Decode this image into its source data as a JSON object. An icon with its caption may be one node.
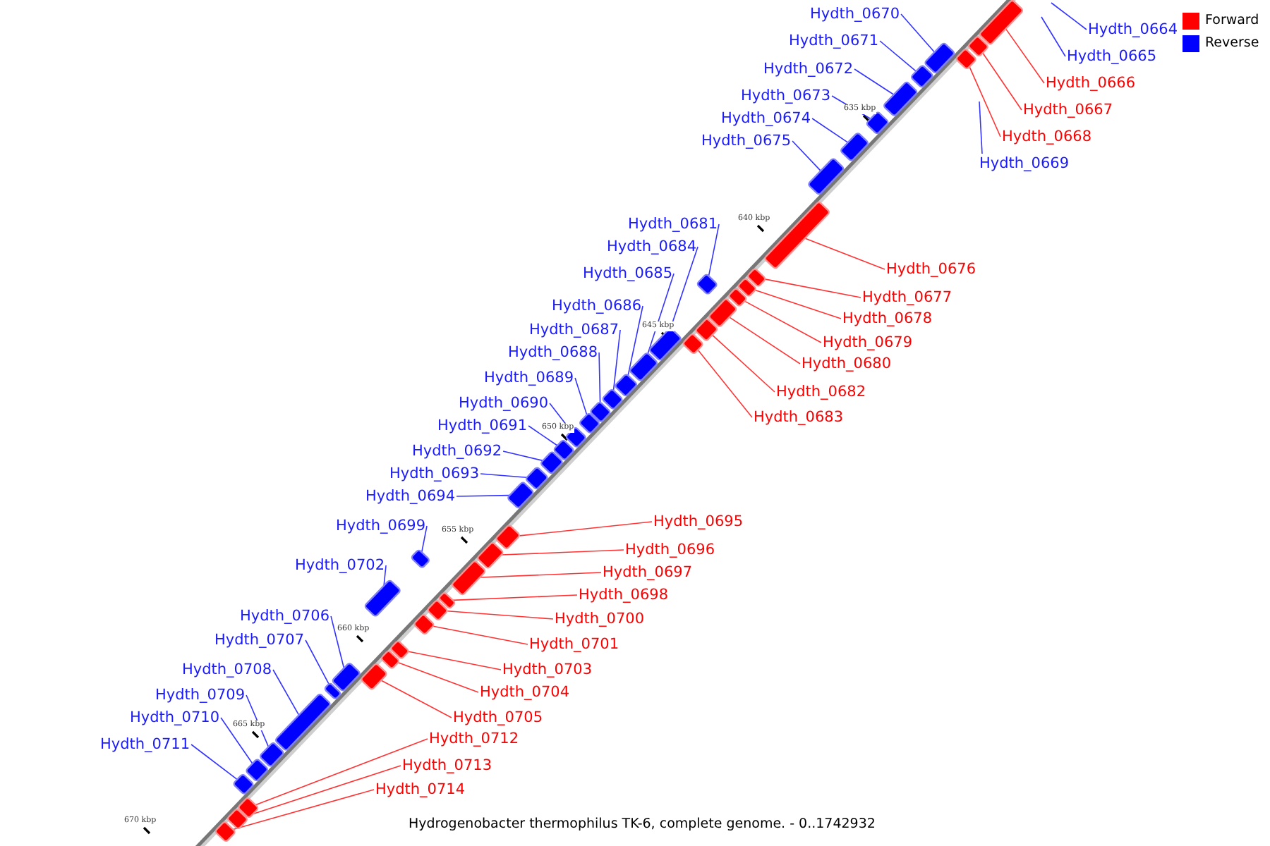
{
  "diagram": {
    "caption": "Hydrogenobacter thermophilus TK-6, complete genome. - 0..1742932",
    "nodes": [
      {
        "text": [
          "Hydth_0664"
        ]
      },
      {
        "text": [
          "Hydth_0665"
        ]
      },
      {
        "text": [
          "Hydth_0666"
        ]
      },
      {
        "text": [],
        "shape": "box"
      },
      {
        "text": [
          "Hydth_0667"
        ]
      },
      {
        "text": [],
        "shape": "box"
      },
      {
        "text": [
          "Hydth_0668"
        ]
      },
      {
        "text": [],
        "shape": "box"
      },
      {
        "text": [
          "Hydth_0669"
        ]
      },
      {
        "text": [
          "Hydth_0670"
        ]
      },
      {
        "text": [],
        "shape": "box"
      },
      {
        "text": [
          "Hydth_0671"
        ]
      },
      {
        "text": [],
        "shape": "box"
      },
      {
        "text": [
          "Hydth_0672"
        ]
      },
      {
        "text": [],
        "shape": "box"
      },
      {
        "text": [
          "Hydth_0673"
        ]
      },
      {
        "text": [],
        "shape": "box"
      },
      {
        "text": [
          "Hydth_0674"
        ]
      },
      {
        "text": [],
        "shape": "box"
      },
      {
        "text": [
          "Hydth_0675"
        ]
      },
      {
        "text": [],
        "shape": "box"
      },
      {
        "text": [
          "Hydth_0676"
        ]
      },
      {
        "text": [],
        "shape": "box"
      },
      {
        "text": [
          "Hydth_0677"
        ]
      },
      {
        "text": [],
        "shape": "box"
      },
      {
        "text": [
          "Hydth_0678"
        ]
      },
      {
        "text": [],
        "shape": "box"
      },
      {
        "text": [
          "Hydth_0679"
        ]
      },
      {
        "text": [],
        "shape": "box"
      },
      {
        "text": [
          "Hydth_0680"
        ]
      },
      {
        "text": [],
        "shape": "box"
      },
      {
        "text": [
          "Hydth_0681"
        ]
      },
      {
        "text": [],
        "shape": "box"
      },
      {
        "text": [
          "Hydth_0682"
        ]
      },
      {
        "text": [],
        "shape": "box"
      },
      {
        "text": [
          "Hydth_0683"
        ]
      },
      {
        "text": [],
        "shape": "box"
      },
      {
        "text": [
          "Hydth_0684"
        ]
      },
      {
        "text": [],
        "shape": "box"
      },
      {
        "text": [
          "Hydth_0685"
        ]
      },
      {
        "text": [],
        "shape": "box"
      },
      {
        "text": [
          "Hydth_0686"
        ]
      },
      {
        "text": [],
        "shape": "box"
      },
      {
        "text": [
          "Hydth_0687"
        ]
      },
      {
        "text": [],
        "shape": "box"
      },
      {
        "text": [
          "Hydth_0688"
        ]
      },
      {
        "text": [],
        "shape": "box"
      },
      {
        "text": [
          "Hydth_0689"
        ]
      },
      {
        "text": [],
        "shape": "box"
      },
      {
        "text": [
          "Hydth_0690"
        ]
      },
      {
        "text": [],
        "shape": "box"
      },
      {
        "text": [
          "Hydth_0691"
        ]
      },
      {
        "text": [],
        "shape": "box"
      },
      {
        "text": [
          "Hydth_0692"
        ]
      },
      {
        "text": [],
        "shape": "box"
      },
      {
        "text": [
          "Hydth_0693"
        ]
      },
      {
        "text": [],
        "shape": "box"
      },
      {
        "text": [
          "Hydth_0694"
        ]
      },
      {
        "text": [],
        "shape": "box"
      },
      {
        "text": [
          "Hydth_0695"
        ]
      },
      {
        "text": [],
        "shape": "box"
      },
      {
        "text": [
          "Hydth_0696"
        ]
      },
      {
        "text": [],
        "shape": "box"
      },
      {
        "text": [
          "Hydth_0697"
        ]
      },
      {
        "text": [],
        "shape": "box"
      },
      {
        "text": [
          "Hydth_0698"
        ]
      },
      {
        "text": [],
        "shape": "box"
      },
      {
        "text": [
          "Hydth_0699"
        ]
      },
      {
        "text": [],
        "shape": "box"
      },
      {
        "text": [
          "Hydth_0700"
        ]
      },
      {
        "text": [],
        "shape": "box"
      },
      {
        "text": [
          "Hydth_0701"
        ]
      },
      {
        "text": [],
        "shape": "box"
      },
      {
        "text": [
          "Hydth_0702"
        ]
      },
      {
        "text": [],
        "shape": "box"
      },
      {
        "text": [
          "Hydth_0703"
        ]
      },
      {
        "text": [],
        "shape": "box"
      },
      {
        "text": [
          "Hydth_0704"
        ]
      },
      {
        "text": [],
        "shape": "box"
      },
      {
        "text": [
          "Hydth_0705"
        ]
      },
      {
        "text": [],
        "shape": "box"
      },
      {
        "text": [
          "Hydth_0706"
        ]
      },
      {
        "text": [],
        "shape": "box"
      },
      {
        "text": [
          "Hydth_0707"
        ]
      },
      {
        "text": [],
        "shape": "box"
      },
      {
        "text": [
          "Hydth_0708"
        ]
      },
      {
        "text": [],
        "shape": "box"
      },
      {
        "text": [
          "Hydth_0709"
        ]
      },
      {
        "text": [],
        "shape": "box"
      },
      {
        "text": [
          "Hydth_0710"
        ]
      },
      {
        "text": [],
        "shape": "box"
      },
      {
        "text": [
          "Hydth_0711"
        ]
      },
      {
        "text": [],
        "shape": "box"
      },
      {
        "text": [
          "Hydth_0712"
        ]
      },
      {
        "text": [],
        "shape": "box"
      },
      {
        "text": [
          "Hydth_0713"
        ]
      },
      {
        "text": [],
        "shape": "box"
      },
      {
        "text": [
          "Hydth_0714"
        ]
      },
      {
        "text": [],
        "shape": "box"
      }
    ],
    "edges": [
      {
        "from": 0,
        "to": null,
        "arrow": "none"
      },
      {
        "from": 1,
        "to": null,
        "arrow": "none"
      },
      {
        "from": 2,
        "to": 3,
        "arrow": "none",
        "color": "#ff0000"
      },
      {
        "from": 4,
        "to": 5,
        "arrow": "none",
        "color": "#ff0000"
      },
      {
        "from": 6,
        "to": 7,
        "arrow": "none",
        "color": "#ff0000"
      },
      {
        "from": 8,
        "to": null,
        "arrow": "none"
      },
      {
        "from": 9,
        "to": 10,
        "arrow": "none"
      },
      {
        "from": 11,
        "to": 12,
        "arrow": "none"
      },
      {
        "from": 13,
        "to": 14,
        "arrow": "none"
      },
      {
        "from": 15,
        "to": 16,
        "arrow": "none"
      },
      {
        "from": 17,
        "to": 18,
        "arrow": "none"
      },
      {
        "from": 19,
        "to": 20,
        "arrow": "none"
      },
      {
        "from": 21,
        "to": 22,
        "arrow": "none",
        "color": "#ff0000"
      },
      {
        "from": 23,
        "to": 24,
        "arrow": "none",
        "color": "#ff0000"
      },
      {
        "from": 25,
        "to": 26,
        "arrow": "none",
        "color": "#ff0000"
      },
      {
        "from": 27,
        "to": 28,
        "arrow": "none",
        "color": "#ff0000"
      },
      {
        "from": 29,
        "to": 30,
        "arrow": "none",
        "color": "#ff0000"
      },
      {
        "from": 31,
        "to": 32,
        "arrow": "none"
      },
      {
        "from": 33,
        "to": 34,
        "arrow": "none",
        "color": "#ff0000"
      },
      {
        "from": 35,
        "to": 36,
        "arrow": "none",
        "color": "#ff0000"
      },
      {
        "from": 37,
        "to": 38,
        "arrow": "none"
      },
      {
        "from": 39,
        "to": 40,
        "arrow": "none"
      },
      {
        "from": 41,
        "to": 42,
        "arrow": "none"
      },
      {
        "from": 43,
        "to": 44,
        "arrow": "none"
      },
      {
        "from": 45,
        "to": 46,
        "arrow": "none"
      },
      {
        "from": 47,
        "to": 48,
        "arrow": "none"
      },
      {
        "from": 49,
        "to": 50,
        "arrow": "none"
      },
      {
        "from": 51,
        "to": 52,
        "arrow": "none"
      },
      {
        "from": 53,
        "to": 54,
        "arrow": "none"
      },
      {
        "from": 55,
        "to": 56,
        "arrow": "none"
      },
      {
        "from": 57,
        "to": 58,
        "arrow": "none"
      },
      {
        "from": 59,
        "to": 60,
        "arrow": "none",
        "color": "#ff0000"
      },
      {
        "from": 61,
        "to": 62,
        "arrow": "none",
        "color": "#ff0000"
      },
      {
        "from": 63,
        "to": 64,
        "arrow": "none",
        "color": "#ff0000"
      },
      {
        "from": 65,
        "to": 66,
        "arrow": "none",
        "color": "#ff0000"
      },
      {
        "from": 67,
        "to": 68,
        "arrow": "none"
      },
      {
        "from": 69,
        "to": 70,
        "arrow": "none",
        "color": "#ff0000"
      },
      {
        "from": 71,
        "to": 72,
        "arrow": "none",
        "color": "#ff0000"
      },
      {
        "from": 73,
        "to": 74,
        "arrow": "none"
      },
      {
        "from": 75,
        "to": 76,
        "arrow": "none",
        "color": "#ff0000"
      },
      {
        "from": 77,
        "to": 78,
        "arrow": "none",
        "color": "#ff0000"
      },
      {
        "from": 79,
        "to": 80,
        "arrow": "none",
        "color": "#ff0000"
      },
      {
        "from": 81,
        "to": 82,
        "arrow": "none"
      },
      {
        "from": 83,
        "to": 84,
        "arrow": "none"
      },
      {
        "from": 85,
        "to": 86,
        "arrow": "none"
      },
      {
        "from": 87,
        "to": 88,
        "arrow": "none"
      },
      {
        "from": 89,
        "to": 90,
        "arrow": "none"
      },
      {
        "from": 91,
        "to": 92,
        "arrow": "none"
      },
      {
        "from": 93,
        "to": 94,
        "arrow": "none",
        "color": "#ff0000"
      },
      {
        "from": 95,
        "to": 96,
        "arrow": "none",
        "color": "#ff0000"
      },
      {
        "from": 97,
        "to": 98,
        "arrow": "none",
        "color": "#ff0000"
      }
    ],
    "labels": [
      "635 kbp",
      "640 kbp",
      "645 kbp",
      "650 kbp",
      "655 kbp",
      "660 kbp",
      "665 kbp",
      "670 kbp"
    ],
    "legend": [
      {
        "text": "Forward",
        "color": "#ff0000"
      },
      {
        "text": "Reverse",
        "color": "#0000ff"
      }
    ]
  }
}
